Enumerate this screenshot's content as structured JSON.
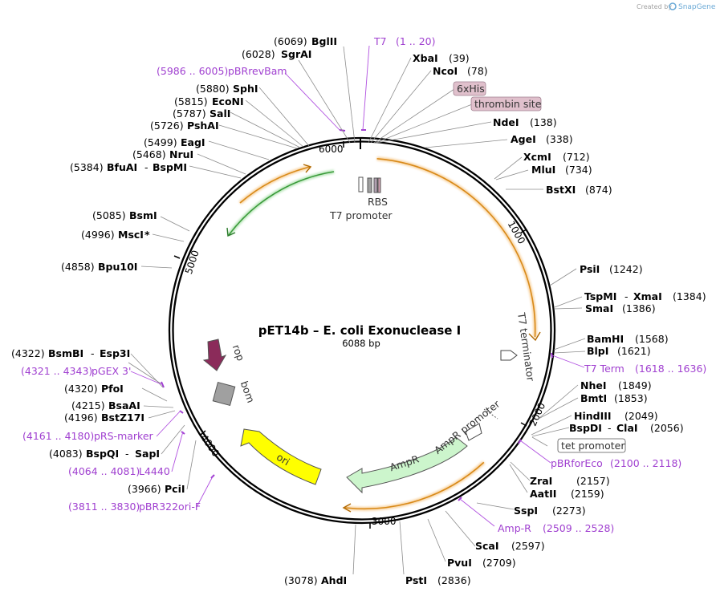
{
  "plasmid": {
    "name": "pET14b – E. coli Exonuclease I",
    "size": "6088 bp"
  },
  "branding": {
    "created_by": "Created by",
    "logo_text": "SnapGene"
  },
  "ticks": {
    "t1000": "1000",
    "t2000": "2000",
    "t3000": "3000",
    "t4000": "4000",
    "t5000": "5000",
    "t6000": "6000"
  },
  "sites": {
    "bglII": {
      "name": "BglII",
      "pos": "(6069)"
    },
    "sgrAI": {
      "name": "SgrAI",
      "pos": "(6028)"
    },
    "sphI": {
      "name": "SphI",
      "pos": "(5880)"
    },
    "ecoNI": {
      "name": "EcoNI",
      "pos": "(5815)"
    },
    "salI": {
      "name": "SalI",
      "pos": "(5787)"
    },
    "pshAI": {
      "name": "PshAI",
      "pos": "(5726)"
    },
    "eagI": {
      "name": "EagI",
      "pos": "(5499)"
    },
    "nruI": {
      "name": "NruI",
      "pos": "(5468)"
    },
    "bfuAI": {
      "name": "BfuAI",
      "sep": "-",
      "name2": "BspMI",
      "pos": "(5384)"
    },
    "bsmI": {
      "name": "BsmI",
      "pos": "(5085)"
    },
    "mscI": {
      "name": "MscI",
      "star": "*",
      "pos": "(4996)"
    },
    "bpu10I": {
      "name": "Bpu10I",
      "pos": "(4858)"
    },
    "bsmBI": {
      "name": "BsmBI",
      "sep": "-",
      "name2": "Esp3I",
      "pos": "(4322)"
    },
    "pfoI": {
      "name": "PfoI",
      "pos": "(4320)"
    },
    "bsaAI": {
      "name": "BsaAI",
      "pos": "(4215)"
    },
    "bstZ17I": {
      "name": "BstZ17I",
      "pos": "(4196)"
    },
    "bspQI": {
      "name": "BspQI",
      "sep": "-",
      "name2": "SapI",
      "pos": "(4083)"
    },
    "pciI": {
      "name": "PciI",
      "pos": "(3966)"
    },
    "ahdI": {
      "name": "AhdI",
      "pos": "(3078)"
    },
    "pstI": {
      "name": "PstI",
      "pos": "(2836)"
    },
    "pvuI": {
      "name": "PvuI",
      "pos": "(2709)"
    },
    "scaI": {
      "name": "ScaI",
      "pos": "(2597)"
    },
    "sspI": {
      "name": "SspI",
      "pos": "(2273)"
    },
    "aatII": {
      "name": "AatII",
      "pos": "(2159)"
    },
    "zraI": {
      "name": "ZraI",
      "pos": "(2157)"
    },
    "bspDI": {
      "name": "BspDI",
      "sep": "-",
      "name2": "ClaI",
      "pos": "(2056)"
    },
    "hindIII": {
      "name": "HindIII",
      "pos": "(2049)"
    },
    "bmtI": {
      "name": "BmtI",
      "pos": "(1853)"
    },
    "nheI": {
      "name": "NheI",
      "pos": "(1849)"
    },
    "blpI": {
      "name": "BlpI",
      "pos": "(1621)"
    },
    "bamHI": {
      "name": "BamHI",
      "pos": "(1568)"
    },
    "smaI": {
      "name": "SmaI",
      "pos": "(1386)"
    },
    "tspMI": {
      "name": "TspMI",
      "sep": "-",
      "name2": "XmaI",
      "pos": "(1384)"
    },
    "psiI": {
      "name": "PsiI",
      "pos": "(1242)"
    },
    "bstXI": {
      "name": "BstXI",
      "pos": "(874)"
    },
    "mluI": {
      "name": "MluI",
      "pos": "(734)"
    },
    "xcmI": {
      "name": "XcmI",
      "pos": "(712)"
    },
    "ageI": {
      "name": "AgeI",
      "pos": "(338)"
    },
    "ndeI": {
      "name": "NdeI",
      "pos": "(138)"
    },
    "ncoI": {
      "name": "NcoI",
      "pos": "(78)"
    },
    "xbaI": {
      "name": "XbaI",
      "pos": "(39)"
    }
  },
  "primers": {
    "t7": {
      "name": "T7",
      "range": "(1 .. 20)"
    },
    "pbrRevBam": {
      "name": "pBRrevBam",
      "range": "(5986 .. 6005)"
    },
    "pgex3": {
      "name": "pGEX 3'",
      "range": "(4321 .. 4343)"
    },
    "prsMarker": {
      "name": "pRS-marker",
      "range": "(4161 .. 4180)"
    },
    "l4440": {
      "name": "L4440",
      "range": "(4064 .. 4081)"
    },
    "pbr322ori": {
      "name": "pBR322ori-F",
      "range": "(3811 .. 3830)"
    },
    "ampR": {
      "name": "Amp-R",
      "range": "(2509 .. 2528)"
    },
    "pbrForEco": {
      "name": "pBRforEco",
      "range": "(2100 .. 2118)"
    },
    "t7term": {
      "name": "T7 Term",
      "range": "(1618 .. 1636)"
    }
  },
  "boxed": {
    "his": "6xHis",
    "thrombin": "thrombin site",
    "tetPromoter": "tet promoter"
  },
  "features": {
    "rbs": "RBS",
    "t7promoter": "T7 promoter",
    "t7terminator": "T7 terminator",
    "rop": "rop",
    "bom": "bom",
    "ori": "ori",
    "ampR": "AmpR",
    "ampRpromoter": "AmpR promoter"
  },
  "colors": {
    "rop": "#8b2b5a",
    "bom": "#a0a0a0",
    "ori": "#ffff00",
    "ampR": "#ccf5cc",
    "promoter": "#ffffff",
    "cds_orange": "#f2a43a",
    "cds_green": "#66c866",
    "primer": "#a040d0",
    "box_fill": "#e0c0cc"
  }
}
